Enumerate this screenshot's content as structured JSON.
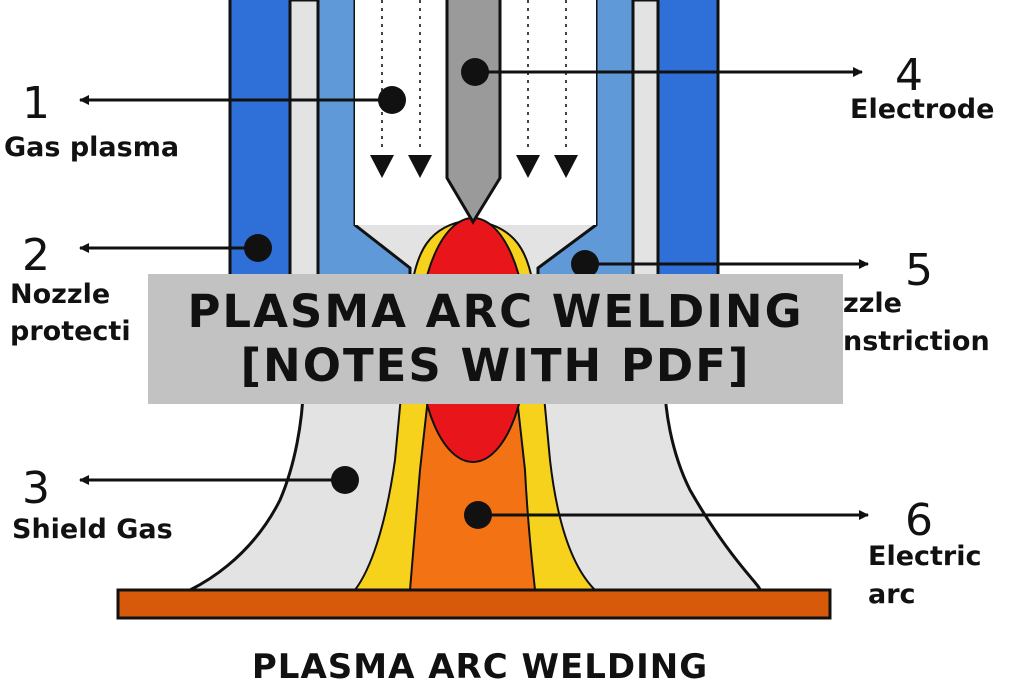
{
  "diagram": {
    "caption": "PLASMA ARC WELDING",
    "labels": [
      {
        "number": "1",
        "text": "Gas plasma"
      },
      {
        "number": "2",
        "text_line1": "Nozzle",
        "text_line2": "protecti"
      },
      {
        "number": "3",
        "text": "Shield Gas"
      },
      {
        "number": "4",
        "text": "Electrode"
      },
      {
        "number": "5",
        "text_line1": "zzle",
        "text_line2": "nstriction"
      },
      {
        "number": "6",
        "text_line1": "Electric",
        "text_line2": "arc"
      }
    ],
    "colors": {
      "nozzle_protection": "#2f6fd8",
      "constriction_nozzle": "#5f99d8",
      "shield_gas": "#e3e3e3",
      "electrode": "#9a9a9a",
      "arc_core": "#e8161b",
      "arc_outer": "#f27214",
      "arc_glow": "#f7d21c",
      "workpiece": "#d65a0a"
    }
  },
  "banner": {
    "line1": "PLASMA ARC WELDING",
    "line2": "[NOTES WITH PDF]"
  }
}
